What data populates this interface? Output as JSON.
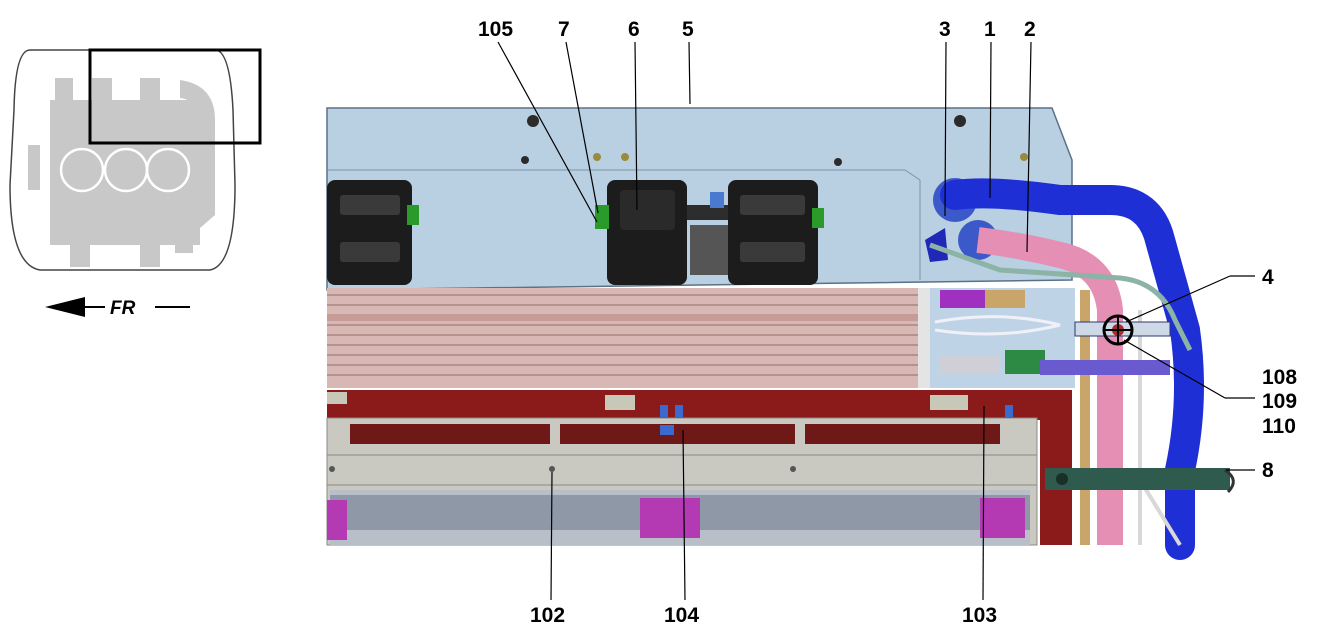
{
  "locator": {
    "direction_label": "FR"
  },
  "callouts": {
    "c105": "105",
    "c7": "7",
    "c6": "6",
    "c5": "5",
    "c3": "3",
    "c1": "1",
    "c2": "2",
    "c4": "4",
    "c108": "108",
    "c109": "109",
    "c110": "110",
    "c8": "8",
    "c102": "102",
    "c104": "104",
    "c103": "103"
  },
  "colors": {
    "housing": "#b7cde0",
    "coolant_blue": "#1f2fd6",
    "coolant_pink": "#e58fb4",
    "heatsink_red": "#8b1a1a",
    "cover_gray": "#c9c9c2",
    "bracket_green": "#2f5a4e",
    "fan_black": "#1c1c1c"
  }
}
